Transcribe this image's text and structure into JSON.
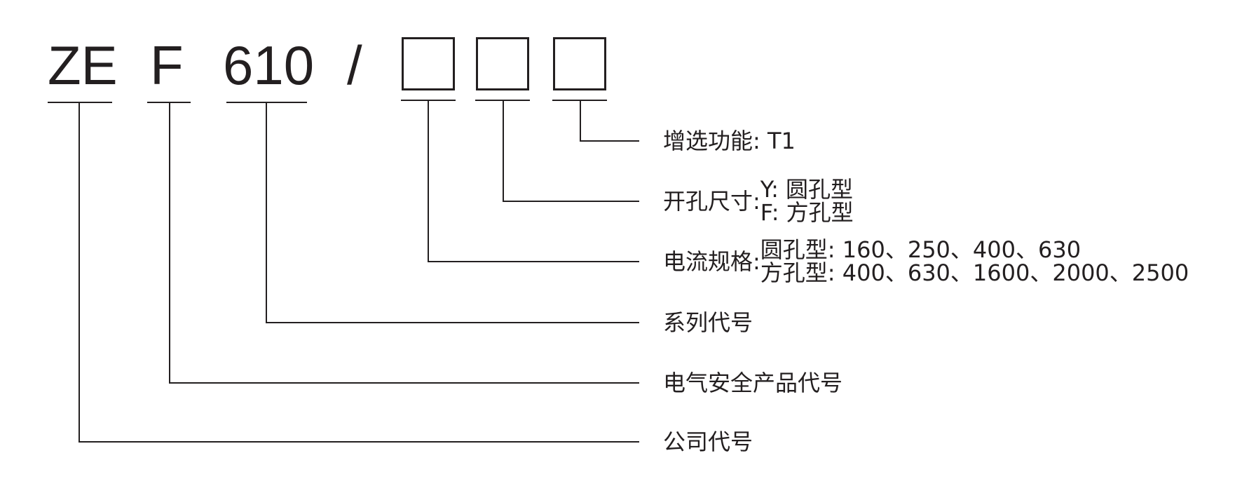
{
  "code": {
    "company": "ZE",
    "product": "F",
    "series": "610",
    "slash": "/"
  },
  "items": {
    "extra_function": {
      "title": "增选功能:",
      "value": "T1"
    },
    "hole_size": {
      "title": "开孔尺寸:",
      "options": [
        "Y: 圆孔型",
        "F: 方孔型"
      ]
    },
    "current_spec": {
      "title": "电流规格:",
      "options": [
        "圆孔型: 160、250、400、630",
        "方孔型: 400、630、1600、2000、2500"
      ]
    },
    "series_code": {
      "title": "系列代号"
    },
    "product_code": {
      "title": "电气安全产品代号"
    },
    "company_code": {
      "title": "公司代号"
    }
  },
  "colors": {
    "ink": "#231f20",
    "background": "#ffffff"
  }
}
